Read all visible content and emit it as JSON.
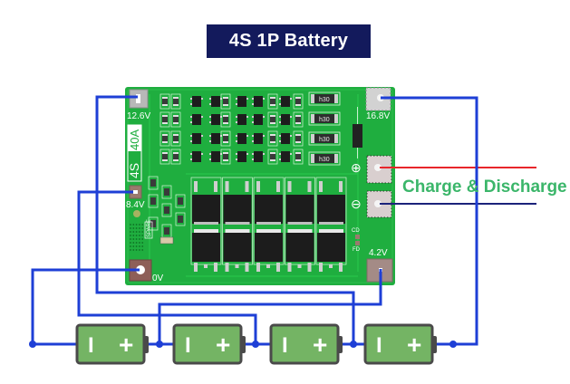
{
  "title": "4S 1P Battery",
  "board": {
    "model_label_series": "4S",
    "model_label_current": "40A",
    "pads": [
      {
        "id": "pad-12v6",
        "label": "12.6V"
      },
      {
        "id": "pad-8v4",
        "label": "8.4V"
      },
      {
        "id": "pad-0v",
        "label": "0V"
      },
      {
        "id": "pad-16v8",
        "label": "16.8V"
      },
      {
        "id": "pad-4v2",
        "label": "4.2V"
      }
    ],
    "resistor_code": "h30",
    "silk_labels": {
      "cd": "CD",
      "fd": "FD",
      "spare": "SPARE"
    },
    "plus_symbol": "⊕",
    "minus_symbol": "⊖"
  },
  "output": {
    "label": "Charge & Discharge",
    "positive_color": "#e8262b",
    "negative_color": "#1b237a",
    "label_color": "#3bb66a"
  },
  "batteries": [
    {
      "id": "cell-1",
      "minus": "I",
      "plus": "+"
    },
    {
      "id": "cell-2",
      "minus": "I",
      "plus": "+"
    },
    {
      "id": "cell-3",
      "minus": "I",
      "plus": "+"
    },
    {
      "id": "cell-4",
      "minus": "I",
      "plus": "+"
    }
  ],
  "colors": {
    "wire": "#1e3fd6",
    "pcb": "#1fae3f",
    "battery_fill": "#74b464",
    "battery_stroke": "#4a4a4a",
    "title_bg": "#131a5c"
  }
}
